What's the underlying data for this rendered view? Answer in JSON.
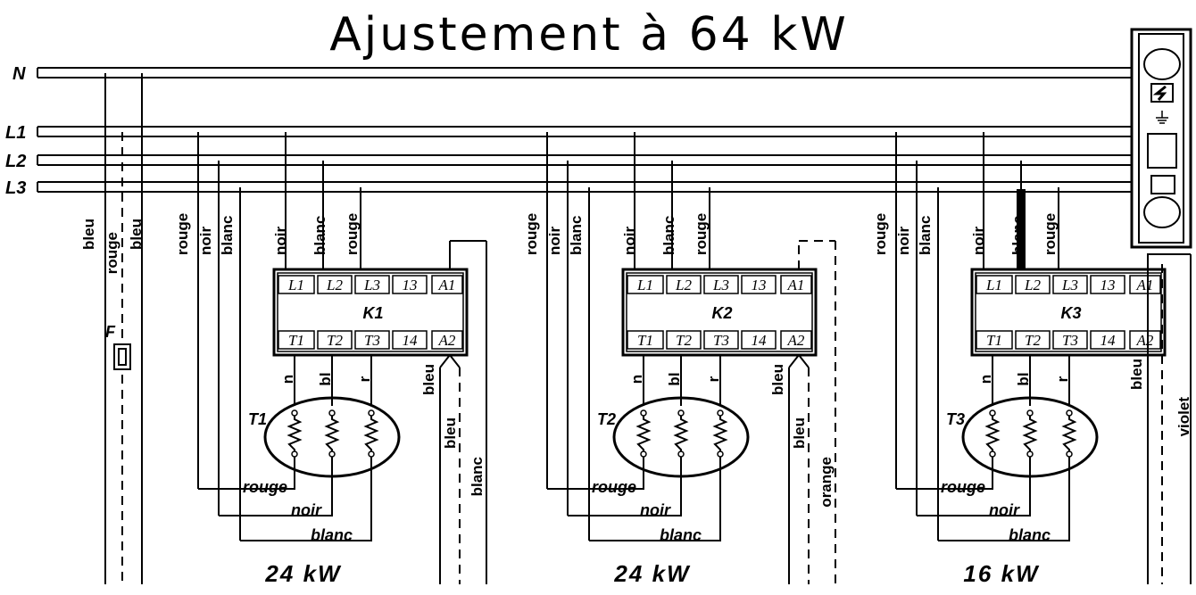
{
  "title": "Ajustement à 64 kW",
  "bus_labels": [
    "N",
    "L1",
    "L2",
    "L3"
  ],
  "feed_labels": [
    "bleu",
    "rouge",
    "bleu"
  ],
  "fuse_label": "F",
  "terminal_box": {
    "top": [
      "L1",
      "L2",
      "L3",
      "13",
      "A1"
    ],
    "bottom": [
      "T1",
      "T2",
      "T3",
      "14",
      "A2"
    ]
  },
  "elements": [
    {
      "contactor": "K1",
      "heater": "T1",
      "power": "24 kW",
      "supply_labels": [
        "rouge",
        "noir",
        "blanc",
        "noir",
        "blanc",
        "rouge"
      ],
      "phase_labels": [
        "n",
        "bl",
        "r"
      ],
      "return_labels": [
        "rouge",
        "noir",
        "blanc"
      ],
      "coil_labels": [
        "bleu",
        "bleu",
        "blanc"
      ]
    },
    {
      "contactor": "K2",
      "heater": "T2",
      "power": "24 kW",
      "supply_labels": [
        "rouge",
        "noir",
        "blanc",
        "noir",
        "blanc",
        "rouge"
      ],
      "phase_labels": [
        "n",
        "bl",
        "r"
      ],
      "return_labels": [
        "rouge",
        "noir",
        "blanc"
      ],
      "coil_labels": [
        "bleu",
        "bleu",
        "orange"
      ]
    },
    {
      "contactor": "K3",
      "heater": "T3",
      "power": "16 kW",
      "supply_labels": [
        "rouge",
        "noir",
        "blanc",
        "noir",
        "blanc",
        "rouge"
      ],
      "phase_labels": [
        "n",
        "bl",
        "r"
      ],
      "return_labels": [
        "rouge",
        "noir",
        "blanc"
      ],
      "coil_labels": [
        "bleu",
        "violet"
      ]
    }
  ]
}
